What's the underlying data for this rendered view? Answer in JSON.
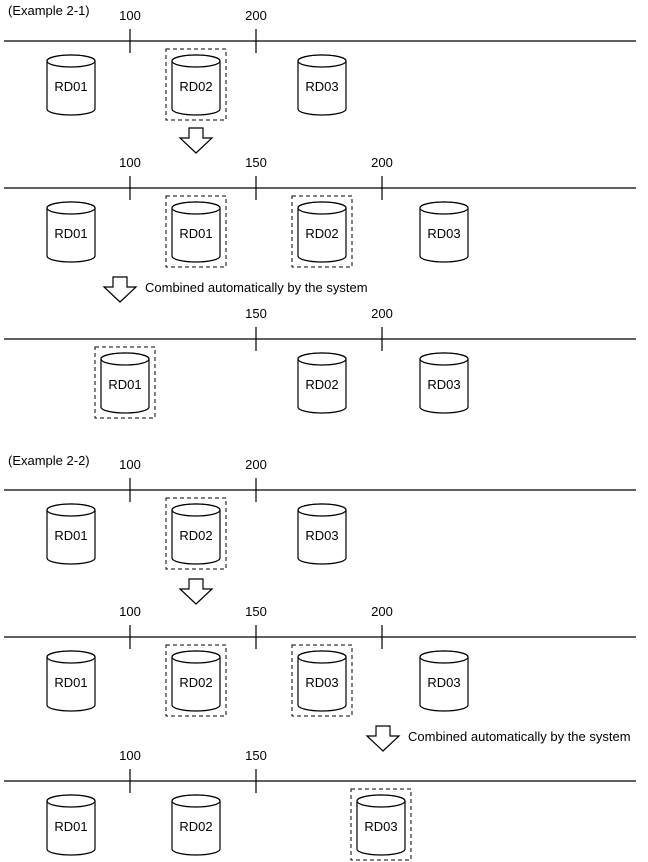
{
  "examples": [
    {
      "title": "(Example 2-1)",
      "rows": [
        {
          "ticks": [
            "100",
            "200"
          ],
          "disks": [
            {
              "label": "RD01",
              "highlighted": false
            },
            {
              "label": "RD02",
              "highlighted": true
            },
            {
              "label": "RD03",
              "highlighted": false
            }
          ]
        },
        {
          "ticks": [
            "100",
            "150",
            "200"
          ],
          "disks": [
            {
              "label": "RD01",
              "highlighted": false
            },
            {
              "label": "RD01",
              "highlighted": true
            },
            {
              "label": "RD02",
              "highlighted": true
            },
            {
              "label": "RD03",
              "highlighted": false
            }
          ]
        },
        {
          "ticks": [
            "150",
            "200"
          ],
          "disks": [
            {
              "label": "RD01",
              "highlighted": true
            },
            {
              "label": "RD02",
              "highlighted": false
            },
            {
              "label": "RD03",
              "highlighted": false
            }
          ]
        }
      ],
      "combine_note": "Combined automatically by the system"
    },
    {
      "title": "(Example 2-2)",
      "rows": [
        {
          "ticks": [
            "100",
            "200"
          ],
          "disks": [
            {
              "label": "RD01",
              "highlighted": false
            },
            {
              "label": "RD02",
              "highlighted": true
            },
            {
              "label": "RD03",
              "highlighted": false
            }
          ]
        },
        {
          "ticks": [
            "100",
            "150",
            "200"
          ],
          "disks": [
            {
              "label": "RD01",
              "highlighted": false
            },
            {
              "label": "RD02",
              "highlighted": true
            },
            {
              "label": "RD03",
              "highlighted": true
            },
            {
              "label": "RD03",
              "highlighted": false
            }
          ]
        },
        {
          "ticks": [
            "100",
            "150"
          ],
          "disks": [
            {
              "label": "RD01",
              "highlighted": false
            },
            {
              "label": "RD02",
              "highlighted": false
            },
            {
              "label": "RD03",
              "highlighted": true
            }
          ]
        }
      ],
      "combine_note": "Combined automatically by the system"
    }
  ]
}
